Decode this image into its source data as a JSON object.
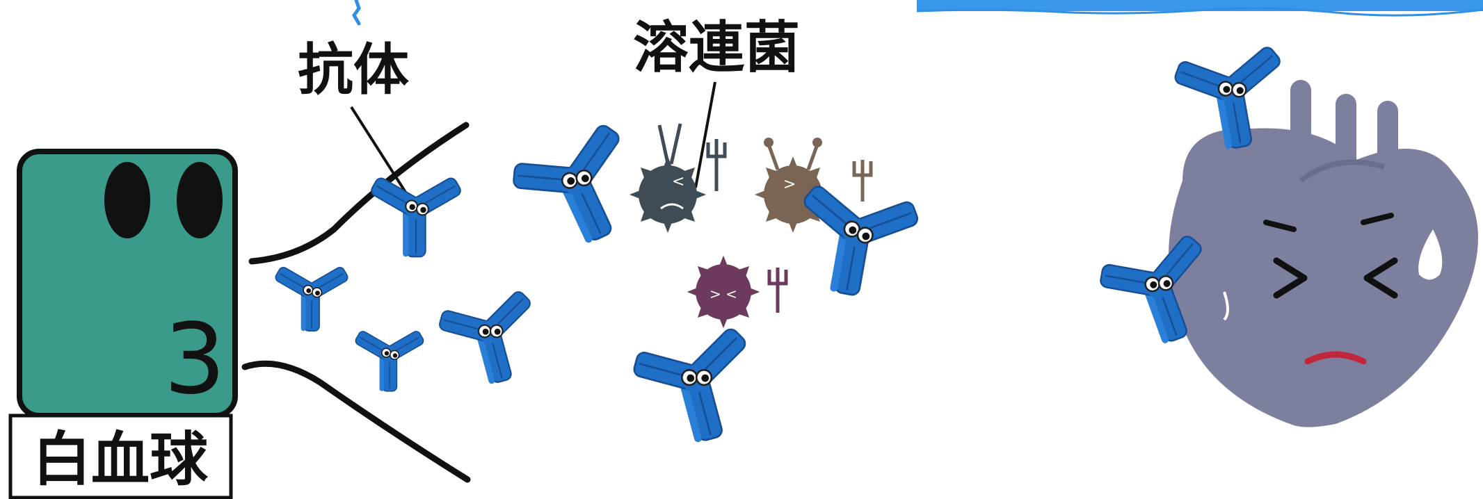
{
  "labels": {
    "antibody": "抗体",
    "strep": "溶連菌",
    "wbc": "白血球",
    "wbc_number": "3"
  },
  "colors": {
    "antibody_blue": "#1f6fc7",
    "antibody_dark": "#164f96",
    "wbc_teal": "#3b9b8a",
    "heart_gray": "#7d7f9e",
    "bacterium_dark": "#3f4b55",
    "bacterium_brown": "#7a6453",
    "bacterium_purple": "#6b3a5c",
    "scribble_blue": "#2f8fe6"
  },
  "icons": {
    "white_blood_cell": "white-blood-cell-character",
    "antibody": "antibody-character",
    "bacterium": "bacterium-character",
    "heart": "sad-heart-character"
  }
}
